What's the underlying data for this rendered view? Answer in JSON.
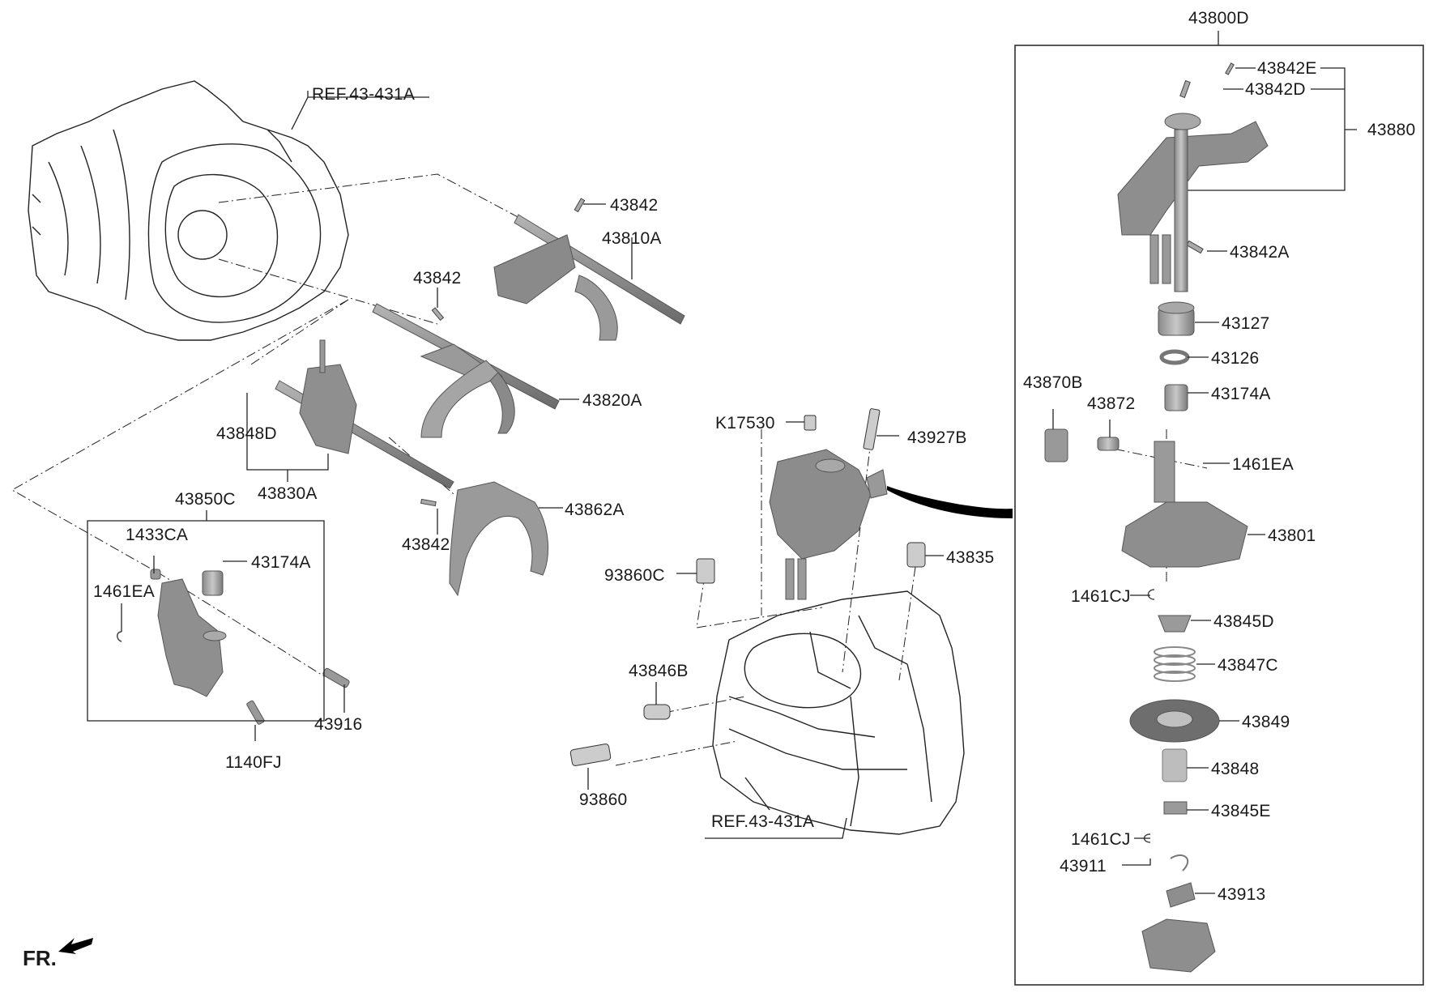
{
  "diagram": {
    "title": "Shift Lever / Transaxle Control Parts Diagram",
    "front_indicator": "FR.",
    "references": [
      {
        "id": "ref-top",
        "text": "REF.43-431A"
      },
      {
        "id": "ref-bottom",
        "text": "REF.43-431A"
      }
    ],
    "groups": [
      {
        "id": "43800D",
        "text": "43800D",
        "members": [
          "43842E",
          "43842D",
          "43880",
          "43842A",
          "43127",
          "43126",
          "43174A",
          "43870B",
          "43872",
          "1461EA",
          "43801",
          "1461CJ",
          "43845D",
          "43847C",
          "43849",
          "43848",
          "43845E",
          "43911",
          "43913"
        ]
      },
      {
        "id": "43850C",
        "text": "43850C",
        "members": [
          "1433CA",
          "43174A",
          "1461EA"
        ]
      },
      {
        "id": "43880",
        "text": "43880",
        "members": [
          "43842E",
          "43842D"
        ]
      },
      {
        "id": "43830A",
        "text": "43830A",
        "members": [
          "43848D"
        ]
      }
    ],
    "labels": [
      {
        "key": "43842-top",
        "text": "43842"
      },
      {
        "key": "43810A",
        "text": "43810A"
      },
      {
        "key": "43842-mid",
        "text": "43842"
      },
      {
        "key": "43820A",
        "text": "43820A"
      },
      {
        "key": "43848D",
        "text": "43848D"
      },
      {
        "key": "43830A",
        "text": "43830A"
      },
      {
        "key": "43850C",
        "text": "43850C"
      },
      {
        "key": "1433CA",
        "text": "1433CA"
      },
      {
        "key": "43174A-left",
        "text": "43174A"
      },
      {
        "key": "1461EA-left",
        "text": "1461EA"
      },
      {
        "key": "43916",
        "text": "43916"
      },
      {
        "key": "1140FJ",
        "text": "1140FJ"
      },
      {
        "key": "43842-low",
        "text": "43842"
      },
      {
        "key": "43862A",
        "text": "43862A"
      },
      {
        "key": "K17530",
        "text": "K17530"
      },
      {
        "key": "43927B",
        "text": "43927B"
      },
      {
        "key": "93860C",
        "text": "93860C"
      },
      {
        "key": "43835",
        "text": "43835"
      },
      {
        "key": "43846B",
        "text": "43846B"
      },
      {
        "key": "93860",
        "text": "93860"
      },
      {
        "key": "43800D",
        "text": "43800D"
      },
      {
        "key": "43842E",
        "text": "43842E"
      },
      {
        "key": "43842D",
        "text": "43842D"
      },
      {
        "key": "43880",
        "text": "43880"
      },
      {
        "key": "43842A",
        "text": "43842A"
      },
      {
        "key": "43127",
        "text": "43127"
      },
      {
        "key": "43126",
        "text": "43126"
      },
      {
        "key": "43174A-right",
        "text": "43174A"
      },
      {
        "key": "43870B",
        "text": "43870B"
      },
      {
        "key": "43872",
        "text": "43872"
      },
      {
        "key": "1461EA-right",
        "text": "1461EA"
      },
      {
        "key": "43801",
        "text": "43801"
      },
      {
        "key": "1461CJ-top",
        "text": "1461CJ"
      },
      {
        "key": "43845D",
        "text": "43845D"
      },
      {
        "key": "43847C",
        "text": "43847C"
      },
      {
        "key": "43849",
        "text": "43849"
      },
      {
        "key": "43848",
        "text": "43848"
      },
      {
        "key": "43845E",
        "text": "43845E"
      },
      {
        "key": "1461CJ-bottom",
        "text": "1461CJ"
      },
      {
        "key": "43911",
        "text": "43911"
      },
      {
        "key": "43913",
        "text": "43913"
      }
    ],
    "colors": {
      "line": "#1a1a1a",
      "part_dark": "#6e6e6e",
      "part_mid": "#9a9a9a",
      "part_light": "#c4c4c4",
      "outline": "#333333"
    }
  }
}
